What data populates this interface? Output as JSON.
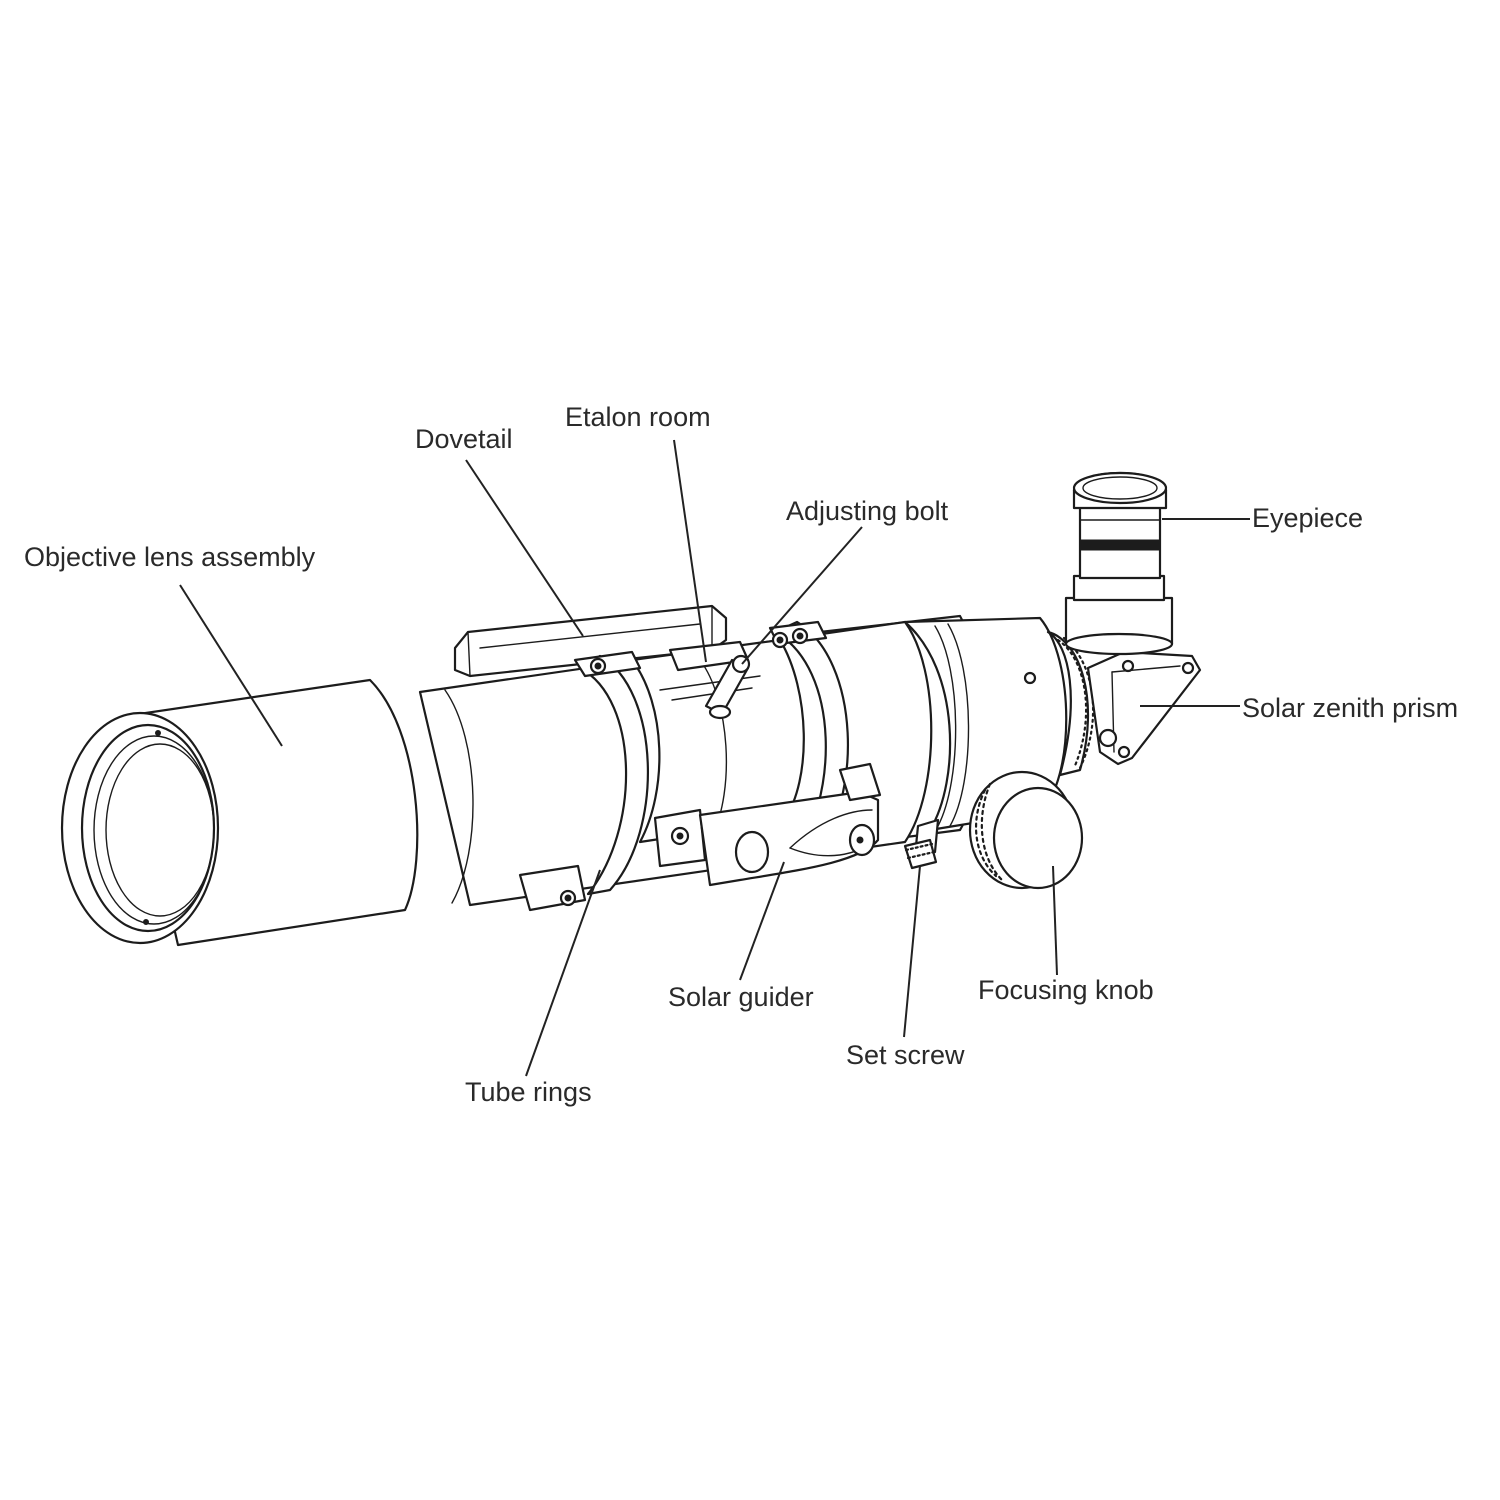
{
  "labels": {
    "objective": "Objective lens assembly",
    "dovetail": "Dovetail",
    "etalon": "Etalon room",
    "adjusting_bolt": "Adjusting bolt",
    "eyepiece": "Eyepiece",
    "zenith_prism": "Solar zenith prism",
    "focusing_knob": "Focusing knob",
    "set_screw": "Set screw",
    "solar_guider": "Solar guider",
    "tube_rings": "Tube rings"
  },
  "colors": {
    "ink": "#1c1c1c",
    "text": "#2a2a2a",
    "background": "#ffffff"
  }
}
